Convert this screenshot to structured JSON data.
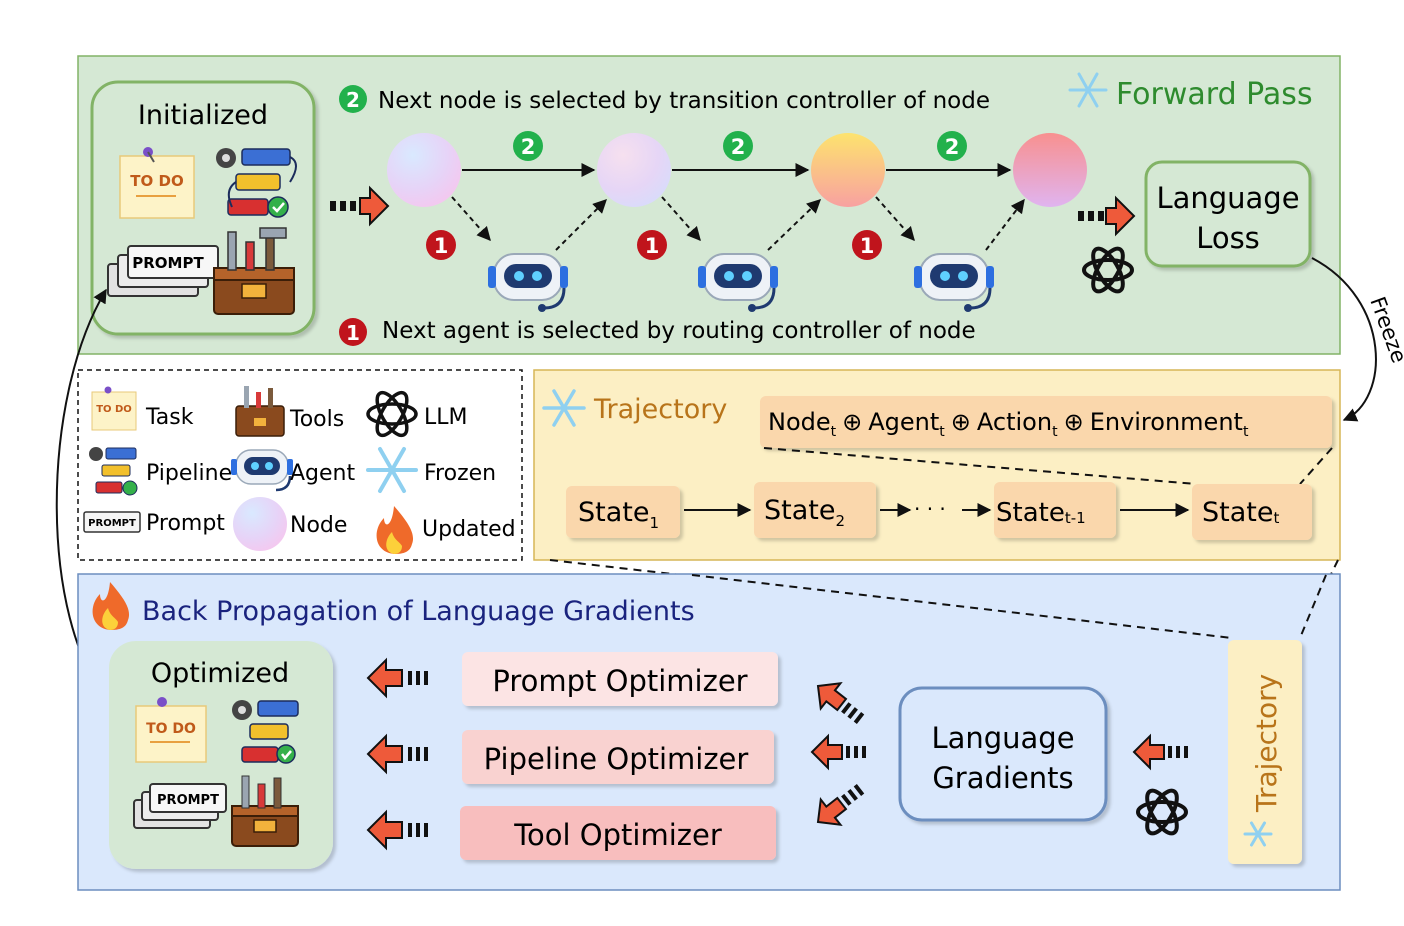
{
  "forward": {
    "title": "Forward Pass",
    "initialized_label": "Initialized",
    "step2_text": "Next node is selected by transition controller of node",
    "step1_text": "Next agent is selected by routing controller of node",
    "num1": "1",
    "num2": "2",
    "language_loss_line1": "Language",
    "language_loss_line2": "Loss",
    "freeze_label": "Freeze"
  },
  "icons": {
    "todo_text": "TO DO",
    "prompt_text": "PROMPT"
  },
  "legend": {
    "task": "Task",
    "tools": "Tools",
    "llm": "LLM",
    "pipeline": "Pipeline",
    "agent": "Agent",
    "frozen": "Frozen",
    "prompt": "Prompt",
    "node": "Node",
    "updated": "Updated"
  },
  "trajectory": {
    "title": "Trajectory",
    "formula": {
      "node": "Node",
      "agent": "Agent",
      "action": "Action",
      "environment": "Environment",
      "sub": "t",
      "op": "⊕"
    },
    "states": [
      {
        "label": "State",
        "sub": "1"
      },
      {
        "label": "State",
        "sub": "2"
      },
      {
        "label": "State",
        "sub": "t-1"
      },
      {
        "label": "State",
        "sub": "t"
      }
    ],
    "ellipsis": "· · ·"
  },
  "backprop": {
    "title": "Back Propagation of Language Gradients",
    "optimized_label": "Optimized",
    "optimizers": [
      "Prompt Optimizer",
      "Pipeline Optimizer",
      "Tool Optimizer"
    ],
    "gradients_line1": "Language",
    "gradients_line2": "Gradients",
    "trajectory_vertical": "Trajectory"
  },
  "colors": {
    "forward_bg": "#d5e8d4",
    "forward_border": "#82b366",
    "title_green": "#2e8b2e",
    "traj_bg": "#fcefc4",
    "traj_border": "#d6b656",
    "traj_title": "#b8741a",
    "state_fill": "#fad7ac",
    "back_bg": "#dae8fc",
    "back_border": "#6c8ebf",
    "back_title": "#1a237e",
    "optimizer_fill": "#f8cecc",
    "badge_green": "#22b14c",
    "badge_red": "#c0141c",
    "arrow_red": "#ee5a3a"
  }
}
